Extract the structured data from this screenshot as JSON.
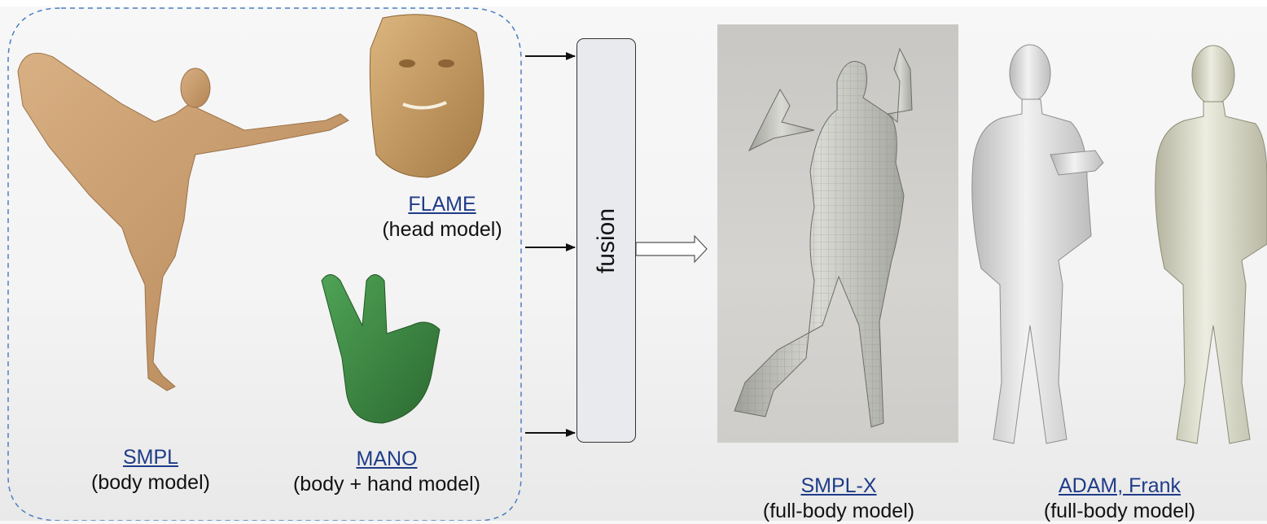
{
  "inputs": {
    "smpl": {
      "name": "SMPL",
      "desc": "(body model)"
    },
    "flame": {
      "name": "FLAME",
      "desc": "(head model)"
    },
    "mano": {
      "name": "MANO",
      "desc": "(body + hand model)"
    }
  },
  "fusion": {
    "label": "fusion"
  },
  "outputs": {
    "smplx": {
      "name": "SMPL-X",
      "desc": "(full-body model)"
    },
    "adam": {
      "name": "ADAM, Frank",
      "desc": "(full-body model)"
    }
  },
  "colors": {
    "link": "#1f3c88",
    "smpl_skin": "#c9a074",
    "flame_skin": "#c8a06a",
    "mano_green": "#3f8a45",
    "dashed_border": "#4a7fc1",
    "fusion_fill": "#e8eaed",
    "adam_white": "#e6e6e6",
    "frank_cream": "#dcdcc8"
  },
  "icons": [
    "smpl-body-mesh",
    "flame-head-mesh",
    "mano-hand-mesh",
    "smplx-photo-mesh",
    "adam-mesh",
    "frank-mesh",
    "arrow-icon",
    "hollow-arrow-icon"
  ]
}
